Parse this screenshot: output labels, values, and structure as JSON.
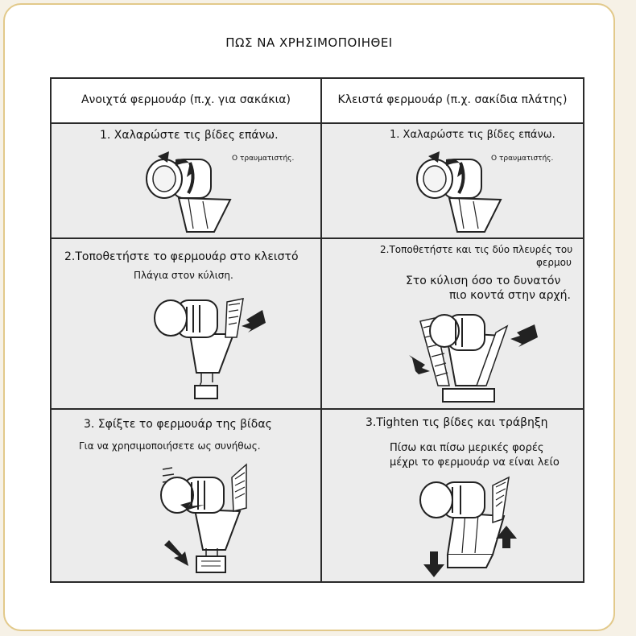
{
  "title": "ΠΩΣ ΝΑ ΧΡΗΣΙΜΟΠΟΙΗΘΕΙ",
  "headers": {
    "left": "Ανοιχτά φερμουάρ (π.χ. για σακάκια)",
    "right": "Κλειστά φερμουάρ (π.χ. σακίδια πλάτης)"
  },
  "rows": [
    {
      "left": {
        "step": "1. Χαλαρώστε τις βίδες επάνω.",
        "note": "Ο τραυματιστής."
      },
      "right": {
        "step": "1. Χαλαρώστε τις βίδες επάνω.",
        "note": "Ο τραυματιστής."
      }
    },
    {
      "left": {
        "step": "2.Τοποθετήστε το φερμουάρ στο κλειστό",
        "line2": "Πλάγια στον κύλιση."
      },
      "right": {
        "step": "2.Τοποθετήστε και τις δύο πλευρές του",
        "step2": "φερμου",
        "line2": "Στο κύλιση όσο το δυνατόν",
        "line3": "πιο κοντά στην αρχή."
      }
    },
    {
      "left": {
        "step": "3. Σφίξτε το φερμουάρ της βίδας",
        "line2": "Για να χρησιμοποιήσετε ως συνήθως."
      },
      "right": {
        "step": "3.Tighten τις βίδες και τράβηξη",
        "line2": "Πίσω και πίσω μερικές φορές",
        "line3": "μέχρι το φερμουάρ να είναι λείο"
      }
    }
  ],
  "icons": {
    "loosen": "zipper-head-loosen-icon",
    "insert_side": "zipper-insert-side-icon",
    "insert_both": "zipper-insert-both-icon",
    "tighten": "zipper-tighten-icon",
    "pull": "zipper-pull-icon"
  },
  "colors": {
    "cell_bg": "#ececec",
    "border": "#2a2a2a",
    "frame": "#e2c98a"
  }
}
